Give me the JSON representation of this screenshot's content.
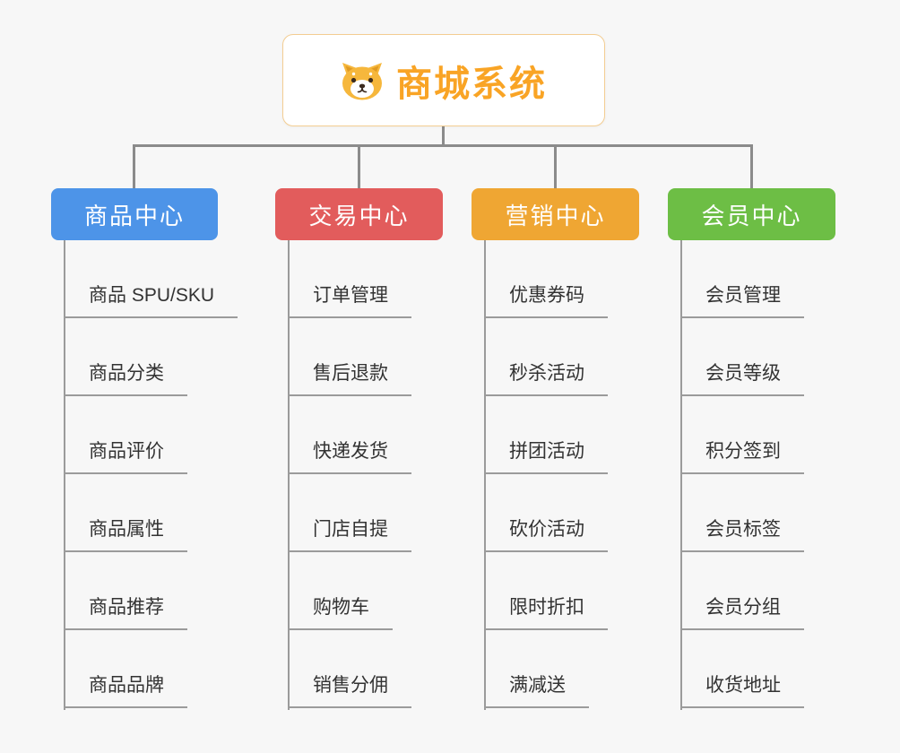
{
  "root": {
    "title": "商城系统",
    "icon": "shiba-dog-icon"
  },
  "branches": [
    {
      "label": "商品中心",
      "color": "#4d94e8",
      "children": [
        "商品 SPU/SKU",
        "商品分类",
        "商品评价",
        "商品属性",
        "商品推荐",
        "商品品牌"
      ]
    },
    {
      "label": "交易中心",
      "color": "#e25c5c",
      "children": [
        "订单管理",
        "售后退款",
        "快递发货",
        "门店自提",
        "购物车",
        "销售分佣"
      ]
    },
    {
      "label": "营销中心",
      "color": "#efa633",
      "children": [
        "优惠券码",
        "秒杀活动",
        "拼团活动",
        "砍价活动",
        "限时折扣",
        "满减送"
      ]
    },
    {
      "label": "会员中心",
      "color": "#6dbe45",
      "children": [
        "会员管理",
        "会员等级",
        "积分签到",
        "会员标签",
        "会员分组",
        "收货地址"
      ]
    }
  ],
  "style": {
    "background": "#f7f7f7",
    "connector_color": "#8b8b8b",
    "child_line_color": "#9b9b9b",
    "root_border_color": "#f3cd92",
    "root_title_color": "#f9a425"
  }
}
